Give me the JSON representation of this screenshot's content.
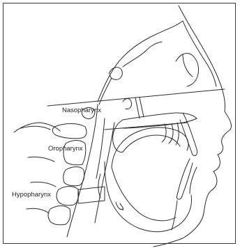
{
  "labels": {
    "nasopharynx": "Nasopharynx",
    "oropharynx": "Oropharynx",
    "hypopharynx": "Hypopharynx"
  },
  "colors": {
    "line": "#2a2a2a",
    "background": "#ffffff"
  }
}
